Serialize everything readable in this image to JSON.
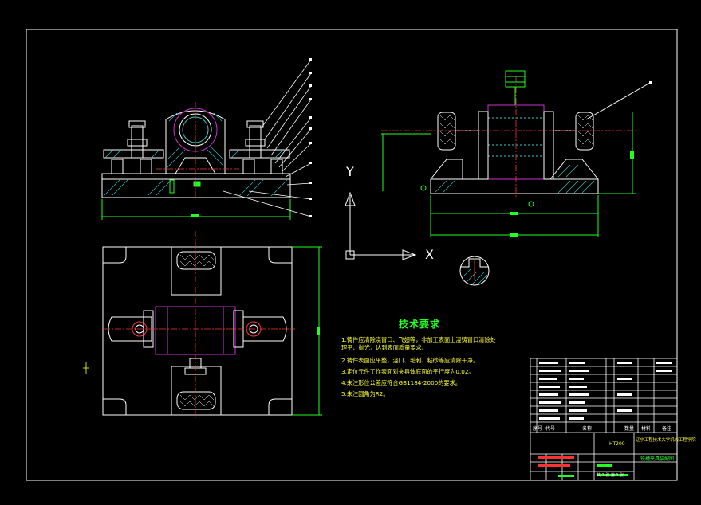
{
  "tech_requirements": {
    "title": "技术要求",
    "lines": [
      "1.铸件应清除浇冒口、飞翅等，非加工表面上浇铸冒口清除处",
      "理平、抛光，达到表面质量要求。",
      "2.铸件表面应平整，浇口、毛刺、粘砂等应清除干净。",
      "3.定位元件工作表面对夹具体底面的平行度为0.02。",
      "4.未注形位公差应符合GB1184-2000的要求。",
      "5.未注圆角为R2。"
    ]
  },
  "axes": {
    "x_label": "X",
    "y_label": "Y"
  },
  "title_block": {
    "material_code": "HT200",
    "university": "辽宁工程技术大学机械工程学院",
    "drawing_name": "铣槽夹具装配图",
    "header_labels": [
      "序号",
      "代号",
      "名称",
      "数量",
      "材料",
      "备注"
    ],
    "sheet_info": "共 1 张  第 1 张"
  },
  "colors": {
    "background": "#000000",
    "outline": "#ffffff",
    "dimension": "#22ff22",
    "centerline": "#ff3333",
    "hidden": "#cc33cc",
    "notes": "#ffff33",
    "hatch": "#33cccc"
  }
}
